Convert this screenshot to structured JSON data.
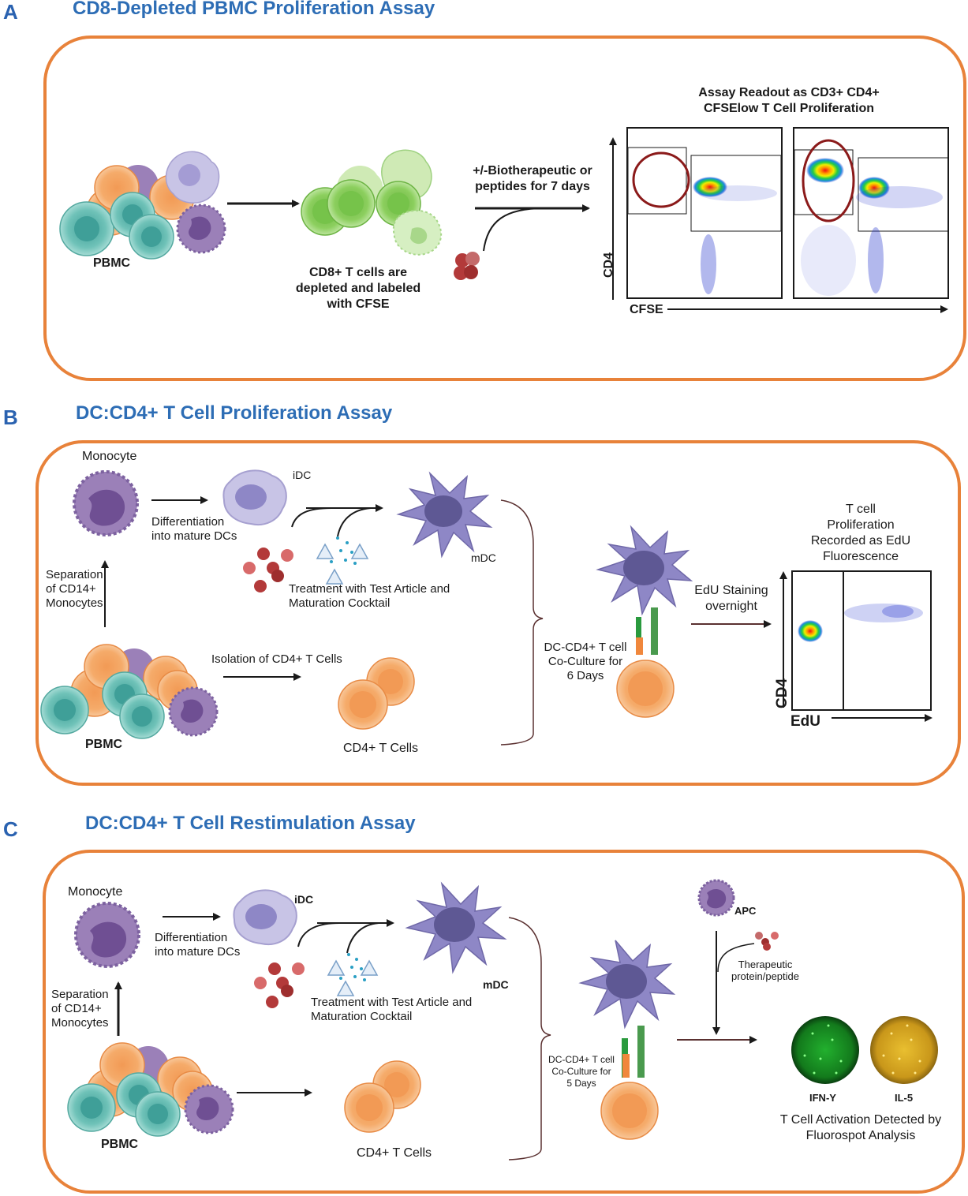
{
  "panelA": {
    "letter": "A",
    "title": "CD8-Depleted PBMC Proliferation Assay",
    "pbmc_label": "PBMC",
    "step2_lines": [
      "CD8+ T cells are",
      "depleted and labeled",
      "with CFSE"
    ],
    "treatment_lines": [
      "+/-Biotherapeutic or",
      "peptides for 7 days"
    ],
    "readout_lines": [
      "Assay Readout as CD3+ CD4+",
      "CFSElow T Cell Proliferation"
    ],
    "y_axis": "CD4",
    "x_axis": "CFSE"
  },
  "panelB": {
    "letter": "B",
    "title": "DC:CD4+ T Cell Proliferation Assay",
    "monocyte": "Monocyte",
    "idc": "iDC",
    "mdc": "mDC",
    "differentiation_lines": [
      "Differentiation",
      "into mature DCs"
    ],
    "separation_lines": [
      "Separation",
      "of CD14+",
      "Monocytes"
    ],
    "treatment_lines": [
      "Treatment with Test Article and",
      "Maturation Cocktail"
    ],
    "isolation": "Isolation of CD4+ T Cells",
    "pbmc_label": "PBMC",
    "cd4_tcells": "CD4+ T Cells",
    "coculture_lines": [
      "DC-CD4+ T cell",
      "Co-Culture for",
      "6 Days"
    ],
    "edu_lines": [
      "EdU Staining",
      "overnight"
    ],
    "readout_lines": [
      "T cell",
      "Proliferation",
      "Recorded as EdU",
      "Fluorescence"
    ],
    "y_axis": "CD4",
    "x_axis": "EdU"
  },
  "panelC": {
    "letter": "C",
    "title": "DC:CD4+ T Cell Restimulation Assay",
    "monocyte": "Monocyte",
    "idc": "iDC",
    "mdc": "mDC",
    "differentiation_lines": [
      "Differentiation",
      "into mature DCs"
    ],
    "separation_lines": [
      "Separation",
      "of CD14+",
      "Monocytes"
    ],
    "treatment_lines": [
      "Treatment with Test Article and",
      "Maturation Cocktail"
    ],
    "pbmc_label": "PBMC",
    "cd4_tcells": "CD4+ T Cells",
    "coculture_lines": [
      "DC-CD4+ T cell",
      "Co-Culture for",
      "5 Days"
    ],
    "apc": "APC",
    "therapeutic_lines": [
      "Therapeutic",
      "protein/peptide"
    ],
    "ifn": "IFN-Y",
    "il5": "IL-5",
    "readout_lines": [
      "T Cell Activation Detected by",
      "Fluorospot Analysis"
    ]
  },
  "colors": {
    "frame": "#e8823a",
    "title": "#2d6db5",
    "monocyte": "#9b80b8",
    "tcell": "#f5a865",
    "bcell": "#6fc2b8",
    "green_cell": "#8ccf5e",
    "dendritic": "#8e87c6",
    "bead": "#b33a3a",
    "ifn_spot": "#1f9e2a",
    "il5_spot": "#d8a820"
  }
}
